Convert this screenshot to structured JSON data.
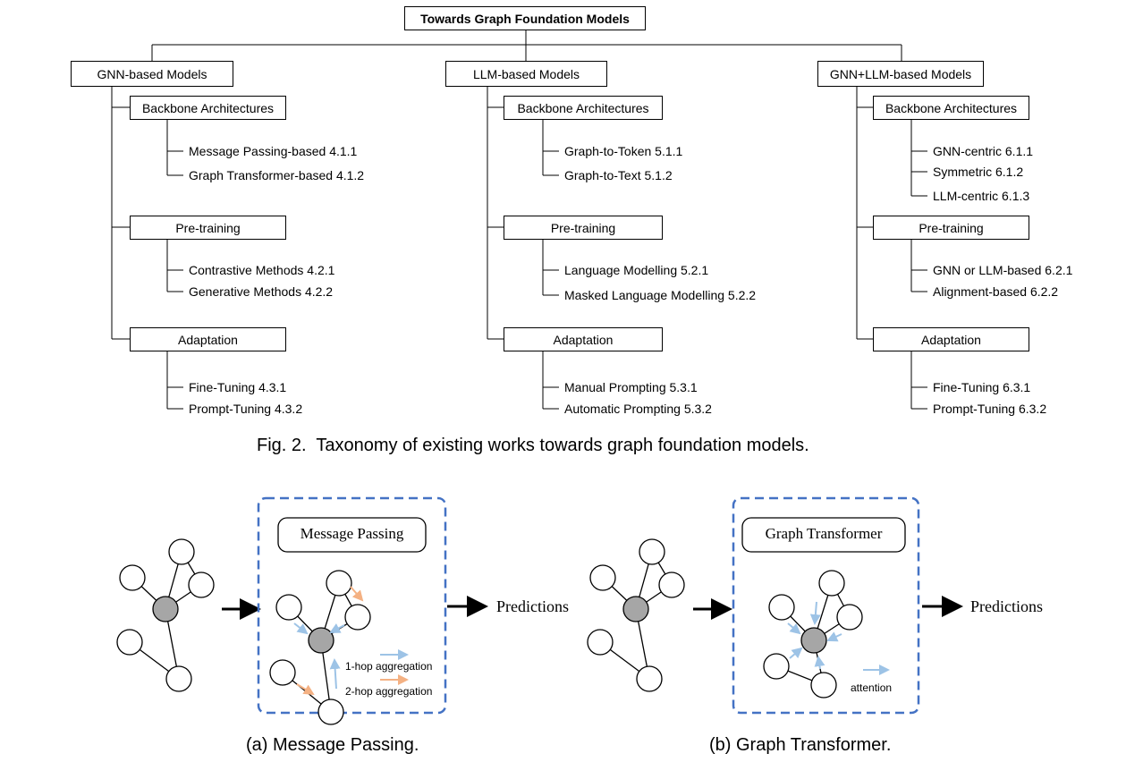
{
  "taxonomy": {
    "root": "Towards Graph Foundation Models",
    "branches": [
      {
        "label": "GNN-based Models",
        "groups": [
          {
            "label": "Backbone Architectures",
            "items": [
              "Message Passing-based 4.1.1",
              "Graph Transformer-based 4.1.2"
            ]
          },
          {
            "label": "Pre-training",
            "items": [
              "Contrastive Methods 4.2.1",
              "Generative Methods 4.2.2"
            ]
          },
          {
            "label": "Adaptation",
            "items": [
              "Fine-Tuning 4.3.1",
              "Prompt-Tuning 4.3.2"
            ]
          }
        ]
      },
      {
        "label": "LLM-based Models",
        "groups": [
          {
            "label": "Backbone Architectures",
            "items": [
              "Graph-to-Token 5.1.1",
              "Graph-to-Text 5.1.2"
            ]
          },
          {
            "label": "Pre-training",
            "items": [
              "Language Modelling 5.2.1",
              "Masked Language Modelling 5.2.2"
            ]
          },
          {
            "label": "Adaptation",
            "items": [
              "Manual Prompting 5.3.1",
              "Automatic Prompting 5.3.2"
            ]
          }
        ]
      },
      {
        "label": "GNN+LLM-based Models",
        "groups": [
          {
            "label": "Backbone Architectures",
            "items": [
              "GNN-centric 6.1.1",
              "Symmetric 6.1.2",
              "LLM-centric 6.1.3"
            ]
          },
          {
            "label": "Pre-training",
            "items": [
              "GNN or LLM-based 6.2.1",
              "Alignment-based 6.2.2"
            ]
          },
          {
            "label": "Adaptation",
            "items": [
              "Fine-Tuning 6.3.1",
              "Prompt-Tuning 6.3.2"
            ]
          }
        ]
      }
    ]
  },
  "fig2_caption": "Fig. 2.  Taxonomy of existing works towards graph foundation models.",
  "panel_a": {
    "title": "Message Passing",
    "output": "Predictions",
    "legend_1hop": "1-hop aggregation",
    "legend_2hop": "2-hop aggregation",
    "caption": "(a) Message Passing."
  },
  "panel_b": {
    "title": "Graph Transformer",
    "output": "Predictions",
    "legend_attention": "attention",
    "caption": "(b) Graph Transformer."
  },
  "colors": {
    "dashed_border": "#4472c4",
    "hop1_arrow": "#9dc3e6",
    "hop2_arrow": "#f4b183",
    "center_node": "#a6a6a6"
  }
}
